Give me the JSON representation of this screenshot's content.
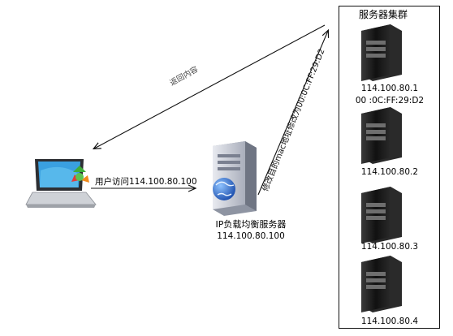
{
  "cluster": {
    "title": "服务器集群",
    "servers": [
      {
        "ip": "114.100.80.1",
        "mac": "00 :0C:FF:29:D2"
      },
      {
        "ip": "114.100.80.2"
      },
      {
        "ip": "114.100.80.3"
      },
      {
        "ip": "114.100.80.4"
      }
    ]
  },
  "user": {
    "request_label": "用户访问114.100.80.100"
  },
  "load_balancer": {
    "name": "IP负载均衡服务器",
    "ip": "114.100.80.100"
  },
  "arrows": {
    "return_label": "返回内容",
    "forward_label": "修改目的mac地址修改为00:0C:FF:29:D2"
  },
  "colors": {
    "server_body": "#1b1b1b",
    "globe": "#2f6fd6",
    "laptop_screen": "#3aa0e0",
    "recycle": "#3fae3a"
  }
}
